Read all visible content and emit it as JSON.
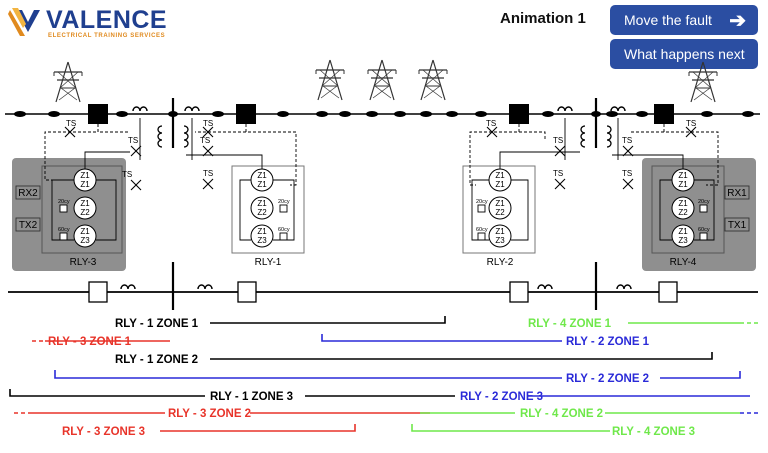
{
  "brand": {
    "name": "VALENCE",
    "tagline": "ELECTRICAL TRAINING SERVICES"
  },
  "animation_title": "Animation 1",
  "buttons": {
    "move_fault": "Move the fault",
    "what_next": "What happens next"
  },
  "diagram": {
    "ts_label": "TS",
    "relays": [
      {
        "name": "RLY-3",
        "shaded": true,
        "comm": [
          "RX2",
          "TX2"
        ]
      },
      {
        "name": "RLY-1",
        "shaded": false,
        "comm": []
      },
      {
        "name": "RLY-2",
        "shaded": false,
        "comm": []
      },
      {
        "name": "RLY-4",
        "shaded": true,
        "comm": [
          "RX1",
          "TX1"
        ]
      }
    ],
    "relay_elements": [
      "Z1",
      "Z1",
      "Z1",
      "Z2",
      "Z1",
      "Z3"
    ],
    "timers": [
      "20cy",
      "60cy"
    ]
  },
  "zones": [
    {
      "label": "RLY - 1 ZONE 1",
      "color": "#000000"
    },
    {
      "label": "RLY - 4 ZONE 1",
      "color": "#6fe84a"
    },
    {
      "label": "RLY - 3 ZONE 1",
      "color": "#e8342a"
    },
    {
      "label": "RLY - 2 ZONE 1",
      "color": "#2a2ad8"
    },
    {
      "label": "RLY - 1 ZONE 2",
      "color": "#000000"
    },
    {
      "label": "RLY - 2 ZONE 2",
      "color": "#2a2ad8"
    },
    {
      "label": "RLY - 1 ZONE 3",
      "color": "#000000"
    },
    {
      "label": "RLY - 2 ZONE 3",
      "color": "#2a2ad8"
    },
    {
      "label": "RLY - 3 ZONE 2",
      "color": "#e8342a"
    },
    {
      "label": "RLY - 4 ZONE 2",
      "color": "#6fe84a"
    },
    {
      "label": "RLY - 3 ZONE 3",
      "color": "#e8342a"
    },
    {
      "label": "RLY - 4 ZONE 3",
      "color": "#6fe84a"
    }
  ]
}
